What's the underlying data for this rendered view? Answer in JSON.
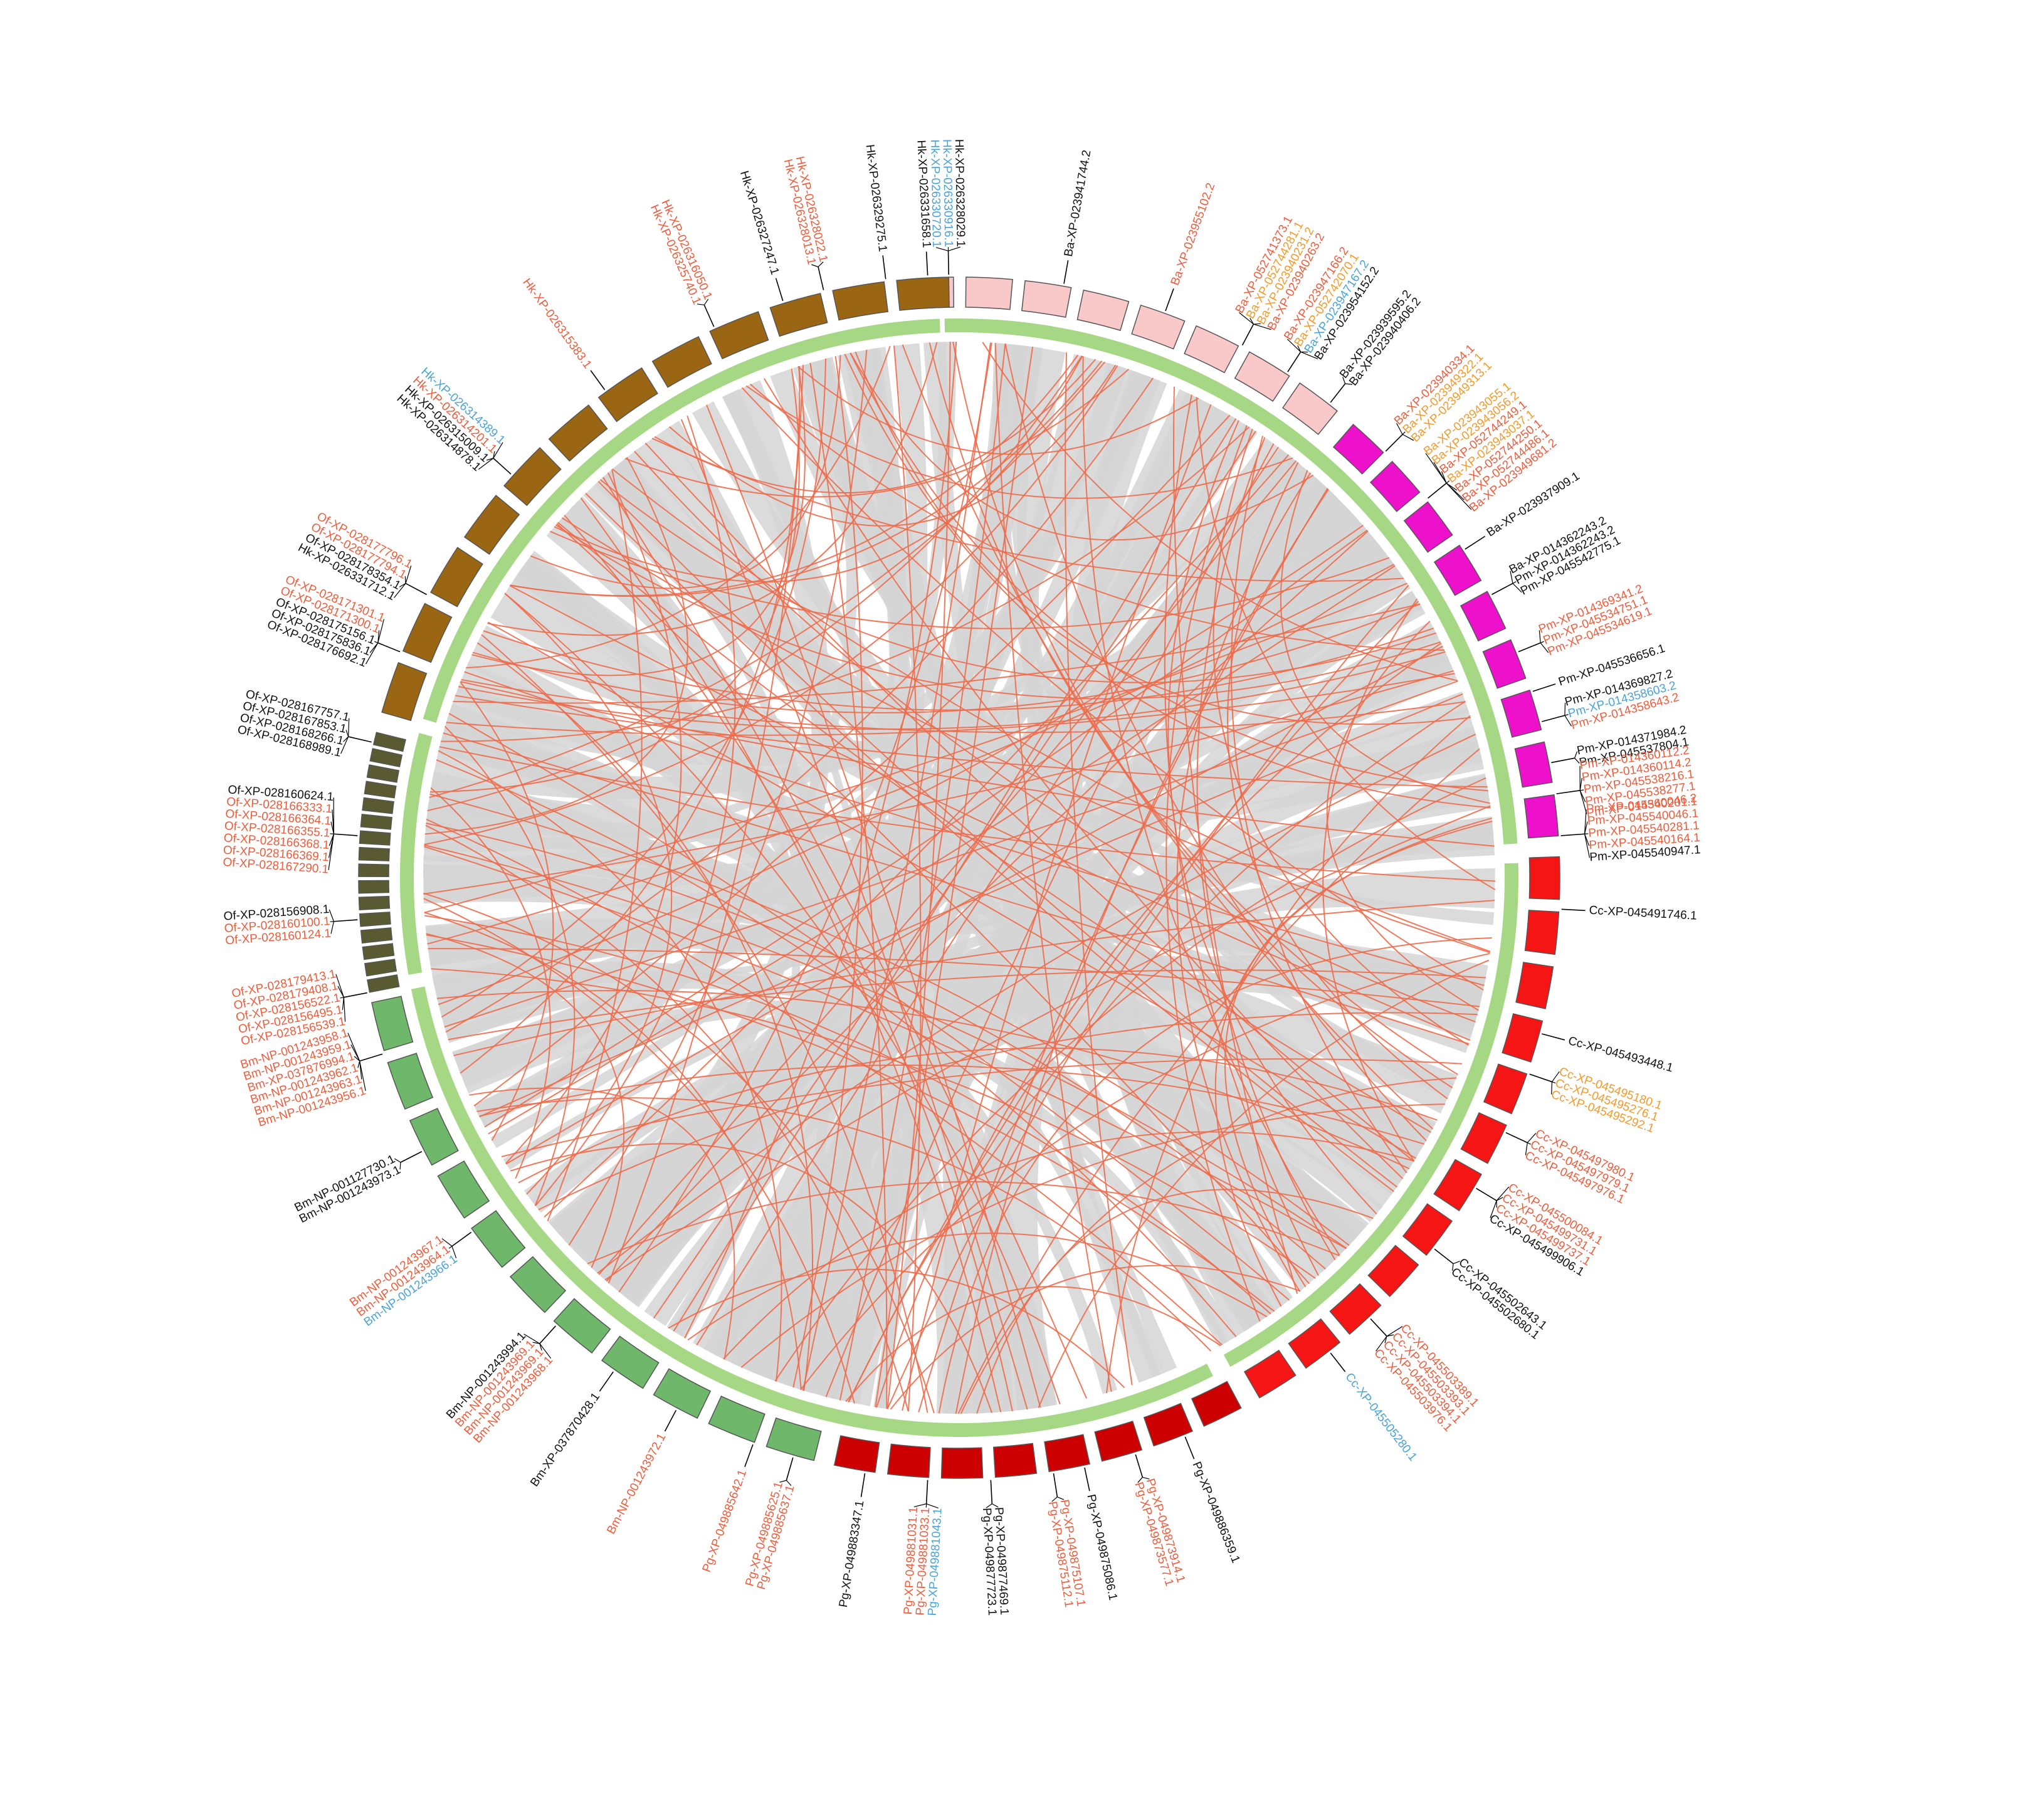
{
  "colors": {
    "link_gray": "#d5d5d5",
    "link_red": "#ee6a4a",
    "inner_ring": "#a6d785",
    "label_red": "#ee5c3c",
    "label_orange": "#f39a2a",
    "label_blue": "#4aa3d6",
    "label_black": "#111111"
  },
  "species": [
    {
      "id": "Ba",
      "color": "#f9c9c9",
      "start": -5,
      "end": 39,
      "segments": 8
    },
    {
      "id": "Pm",
      "color": "#ee11cc",
      "start": 41,
      "end": 86,
      "segments": 9
    },
    {
      "id": "Cc",
      "color": "#f51515",
      "start": 88,
      "end": 150,
      "segments": 12
    },
    {
      "id": "Pg",
      "color": "#cc0000",
      "start": 152,
      "end": 192,
      "segments": 8
    },
    {
      "id": "Bm",
      "color": "#6fb86b",
      "start": 194,
      "end": 258,
      "segments": 11
    },
    {
      "id": "Of",
      "color": "#5a5a32",
      "start": 259,
      "end": 284,
      "segments": 16
    },
    {
      "id": "Hk",
      "color": "#9a6614",
      "start": 286,
      "end": 359,
      "segments": 12
    }
  ],
  "labels": [
    {
      "angle": -1,
      "lines": [
        "Hk-XP-026330720.1",
        "Hk-XP-026330916.1",
        "Hk-XP-026328029.1"
      ],
      "colors": [
        "blue",
        "blue",
        "black"
      ]
    },
    {
      "angle": -3,
      "lines": [
        "Hk-XP-026331658.1"
      ],
      "colors": [
        "black"
      ]
    },
    {
      "angle": -7,
      "lines": [
        "Hk-XP-026329275.1"
      ],
      "colors": [
        "black"
      ]
    },
    {
      "angle": -13,
      "lines": [
        "Hk-XP-026328013.1",
        "Hk-XP-026328022.1"
      ],
      "colors": [
        "red",
        "red"
      ]
    },
    {
      "angle": -17,
      "lines": [
        "Hk-XP-026327247.1"
      ],
      "colors": [
        "black"
      ]
    },
    {
      "angle": -24,
      "lines": [
        "Hk-XP-026325740.1",
        "Hk-XP-026316050.1"
      ],
      "colors": [
        "red",
        "red"
      ]
    },
    {
      "angle": -36,
      "lines": [
        "Hk-XP-026315383.1"
      ],
      "colors": [
        "red"
      ]
    },
    {
      "angle": -48,
      "lines": [
        "Hk-XP-026314878.1",
        "Hk-XP-026315009.1",
        "Hk-XP-026314201.1",
        "Hk-XP-026314389.1"
      ],
      "colors": [
        "black",
        "black",
        "red",
        "blue"
      ]
    },
    {
      "angle": -62,
      "lines": [
        "Hk-XP-026331712.1",
        "Of-XP-028178354.1",
        "Of-XP-028177794.1",
        "Of-XP-028177796.1"
      ],
      "colors": [
        "black",
        "black",
        "red",
        "red"
      ]
    },
    {
      "angle": -68,
      "lines": [
        "Of-XP-028176692.1",
        "Of-XP-028175836.1",
        "Of-XP-028175156.1",
        "Of-XP-028171300.1",
        "Of-XP-028171301.1"
      ],
      "colors": [
        "black",
        "black",
        "black",
        "red",
        "red"
      ]
    },
    {
      "angle": -77,
      "lines": [
        "Of-XP-028168989.1",
        "Of-XP-028168266.1",
        "Of-XP-028167853.1",
        "Of-XP-028167757.1"
      ],
      "colors": [
        "black",
        "black",
        "black",
        "black"
      ]
    },
    {
      "angle": -86,
      "lines": [
        "Of-XP-028167290.1",
        "Of-XP-028166369.1",
        "Of-XP-028166368.1",
        "Of-XP-028166355.1",
        "Of-XP-028166364.1",
        "Of-XP-028166333.1",
        "Of-XP-028160624.1"
      ],
      "colors": [
        "red",
        "red",
        "red",
        "red",
        "red",
        "red",
        "black"
      ]
    },
    {
      "angle": -94,
      "lines": [
        "Of-XP-028160124.1",
        "Of-XP-028160100.1",
        "Of-XP-028156908.1"
      ],
      "colors": [
        "red",
        "red",
        "black"
      ]
    },
    {
      "angle": -101,
      "lines": [
        "Of-XP-028156539.1",
        "Of-XP-028156495.1",
        "Of-XP-028156522.1",
        "Of-XP-028179408.1",
        "Of-XP-028179413.1"
      ],
      "colors": [
        "red",
        "red",
        "red",
        "red",
        "red"
      ]
    },
    {
      "angle": -107,
      "lines": [
        "Bm-NP-001243956.1",
        "Bm-NP-001243963.1",
        "Bm-NP-001243962.1",
        "Bm-XP-037876994.1",
        "Bm-NP-001243959.1",
        "Bm-NP-001243958.1"
      ],
      "colors": [
        "red",
        "red",
        "red",
        "red",
        "red",
        "red"
      ]
    },
    {
      "angle": -117,
      "lines": [
        "Bm-NP-001243973.1",
        "Bm-NP-001127730.1"
      ],
      "colors": [
        "black",
        "black"
      ]
    },
    {
      "angle": -126,
      "lines": [
        "Bm-NP-001243966.1",
        "Bm-NP-001243964.1",
        "Bm-NP-001243967.1"
      ],
      "colors": [
        "blue",
        "red",
        "red"
      ]
    },
    {
      "angle": -138,
      "lines": [
        "Bm-NP-001243968.1",
        "Bm-NP-001243969.1",
        "Bm-NP-001243969.1",
        "Bm-NP-001243994.1"
      ],
      "colors": [
        "red",
        "red",
        "red",
        "black"
      ]
    },
    {
      "angle": -145,
      "lines": [
        "Bm-XP-037870428.1"
      ],
      "colors": [
        "black"
      ]
    },
    {
      "angle": -152,
      "lines": [
        "Bm-NP-001243972.1"
      ],
      "colors": [
        "red"
      ]
    },
    {
      "angle": 20,
      "lines": [
        "Ba-XP-023955102.2"
      ],
      "colors": [
        "red"
      ]
    },
    {
      "angle": 10,
      "lines": [
        "Ba-XP-023941744.2"
      ],
      "colors": [
        "black"
      ]
    },
    {
      "angle": 28,
      "lines": [
        "Ba-XP-052741373.1",
        "Ba-XP-052744281.1",
        "Ba-XP-023940231.2",
        "Ba-XP-023940263.2"
      ],
      "colors": [
        "red",
        "orange",
        "orange",
        "red"
      ]
    },
    {
      "angle": 33,
      "lines": [
        "Ba-XP-023947166.2",
        "Ba-XP-052742070.1",
        "Ba-XP-023947167.2",
        "Ba-XP-023954152.2"
      ],
      "colors": [
        "red",
        "orange",
        "blue",
        "black"
      ]
    },
    {
      "angle": 38,
      "lines": [
        "Ba-XP-023939595.2",
        "Ba-XP-023940406.2"
      ],
      "colors": [
        "black",
        "black"
      ]
    },
    {
      "angle": 45,
      "lines": [
        "Ba-XP-023940334.1",
        "Ba-XP-023949322.1",
        "Ba-XP-023949313.1"
      ],
      "colors": [
        "red",
        "orange",
        "orange"
      ]
    },
    {
      "angle": 51,
      "lines": [
        "Ba-XP-023943055.1",
        "Ba-XP-023943056.2",
        "Ba-XP-052744249.1",
        "Ba-XP-023943037.1",
        "Ba-XP-052744250.1",
        "Ba-XP-052744486.1",
        "Ba-XP-023949681.2"
      ],
      "colors": [
        "orange",
        "orange",
        "red",
        "orange",
        "red",
        "red",
        "red"
      ]
    },
    {
      "angle": 57,
      "lines": [
        "Ba-XP-023937909.1"
      ],
      "colors": [
        "black"
      ]
    },
    {
      "angle": 62,
      "lines": [
        "Ba-XP-014362243.2",
        "Pm-XP-014362243.2",
        "Pm-XP-045542775.1"
      ],
      "colors": [
        "black",
        "black",
        "black"
      ]
    },
    {
      "angle": 68,
      "lines": [
        "Pm-XP-014369341.2",
        "Pm-XP-045534751.1",
        "Pm-XP-045534619.1"
      ],
      "colors": [
        "red",
        "red",
        "red"
      ]
    },
    {
      "angle": 72,
      "lines": [
        "Pm-XP-045536656.1"
      ],
      "colors": [
        "black"
      ]
    },
    {
      "angle": 75,
      "lines": [
        "Pm-XP-014369827.2",
        "Pm-XP-014358603.2",
        "Pm-XP-014358643.2"
      ],
      "colors": [
        "black",
        "blue",
        "red"
      ]
    },
    {
      "angle": 79,
      "lines": [
        "Pm-XP-014371984.2",
        "Pm-XP-045537804.1"
      ],
      "colors": [
        "black",
        "black"
      ]
    },
    {
      "angle": 82,
      "lines": [
        "Pm-XP-014360112.2",
        "Pm-XP-014360114.2",
        "Pm-XP-045538216.1",
        "Pm-XP-045538277.1",
        "Pm-XP-014360046.2"
      ],
      "colors": [
        "red",
        "red",
        "red",
        "red",
        "red"
      ]
    },
    {
      "angle": 86,
      "lines": [
        "Pm-XP-045540201.1",
        "Pm-XP-045540046.1",
        "Pm-XP-045540281.1",
        "Pm-XP-045540164.1",
        "Pm-XP-045540947.1"
      ],
      "colors": [
        "red",
        "red",
        "red",
        "red",
        "black"
      ]
    },
    {
      "angle": 93,
      "lines": [
        "Cc-XP-045491746.1"
      ],
      "colors": [
        "black"
      ]
    },
    {
      "angle": 105,
      "lines": [
        "Cc-XP-045493448.1"
      ],
      "colors": [
        "black"
      ]
    },
    {
      "angle": 109,
      "lines": [
        "Cc-XP-045495180.1",
        "Cc-XP-045495276.1",
        "Cc-XP-045495292.1"
      ],
      "colors": [
        "orange",
        "orange",
        "orange"
      ]
    },
    {
      "angle": 115,
      "lines": [
        "Cc-XP-045497980.1",
        "Cc-XP-045497979.1",
        "Cc-XP-045497976.1"
      ],
      "colors": [
        "red",
        "red",
        "red"
      ]
    },
    {
      "angle": 121,
      "lines": [
        "Cc-XP-045500084.1",
        "Cc-XP-045499731.1",
        "Cc-XP-045499737.1",
        "Cc-XP-045499906.1"
      ],
      "colors": [
        "red",
        "red",
        "red",
        "black"
      ]
    },
    {
      "angle": 128,
      "lines": [
        "Cc-XP-045502643.1",
        "Cc-XP-045502680.1"
      ],
      "colors": [
        "black",
        "black"
      ]
    },
    {
      "angle": 137,
      "lines": [
        "Cc-XP-045503389.1",
        "Cc-XP-045503393.1",
        "Cc-XP-045503394.1",
        "Cc-XP-045503976.1"
      ],
      "colors": [
        "red",
        "red",
        "red",
        "red"
      ]
    },
    {
      "angle": 142,
      "lines": [
        "Cc-XP-045505280.1"
      ],
      "colors": [
        "blue"
      ]
    },
    {
      "angle": 158,
      "lines": [
        "Pg-XP-049886359.1"
      ],
      "colors": [
        "black"
      ]
    },
    {
      "angle": 163,
      "lines": [
        "Pg-XP-049873914.1",
        "Pg-XP-049873577.1"
      ],
      "colors": [
        "red",
        "red"
      ]
    },
    {
      "angle": 168,
      "lines": [
        "Pg-XP-049875086.1"
      ],
      "colors": [
        "black"
      ]
    },
    {
      "angle": 171,
      "lines": [
        "Pg-XP-049875107.1",
        "Pg-XP-049875112.1"
      ],
      "colors": [
        "red",
        "red"
      ]
    },
    {
      "angle": 177,
      "lines": [
        "Pg-XP-049877469.1",
        "Pg-XP-049877723.1"
      ],
      "colors": [
        "black",
        "black"
      ]
    },
    {
      "angle": 183,
      "lines": [
        "Pg-XP-049881043.1",
        "Pg-XP-049881033.1",
        "Pg-XP-049881031.1"
      ],
      "colors": [
        "blue",
        "red",
        "red"
      ]
    },
    {
      "angle": 189,
      "lines": [
        "Pg-XP-049883347.1"
      ],
      "colors": [
        "black"
      ]
    },
    {
      "angle": 196,
      "lines": [
        "Pg-XP-049885637.1",
        "Pg-XP-049885625.1"
      ],
      "colors": [
        "red",
        "red"
      ]
    },
    {
      "angle": 200,
      "lines": [
        "Pg-XP-049885642.1"
      ],
      "colors": [
        "red"
      ]
    }
  ]
}
